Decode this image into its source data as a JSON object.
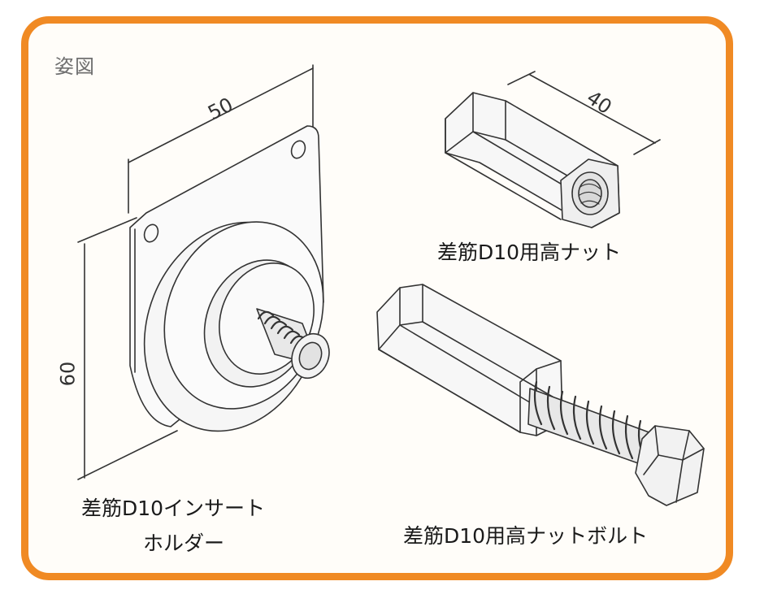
{
  "heading": "姿図",
  "dimensions": {
    "width_50": "50",
    "height_60": "60",
    "length_40": "40"
  },
  "parts": {
    "insert_holder": {
      "line1": "差筋D10インサート",
      "line2": "ホルダー"
    },
    "high_nut": {
      "label": "差筋D10用高ナット"
    },
    "high_nut_bolt": {
      "label": "差筋D10用高ナットボルト"
    }
  },
  "colors": {
    "frame": "#f08a24",
    "line": "#333333"
  }
}
